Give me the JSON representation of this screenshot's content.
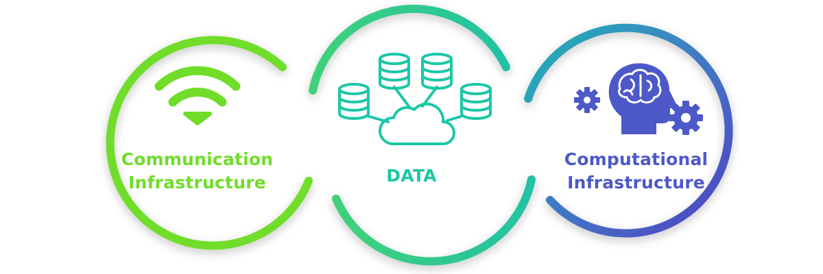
{
  "colors": {
    "green": "#6fdd2a",
    "teal": "#1bc7a6",
    "purple": "#4d58c9"
  },
  "sections": [
    {
      "icon": "wifi-icon",
      "label_lines": [
        "Communication",
        "Infrastructure"
      ]
    },
    {
      "icon": "cloud-database-icon",
      "label_lines": [
        "DATA"
      ]
    },
    {
      "icon": "brain-gears-icon",
      "label_lines": [
        "Computational",
        "Infrastructure"
      ]
    }
  ]
}
